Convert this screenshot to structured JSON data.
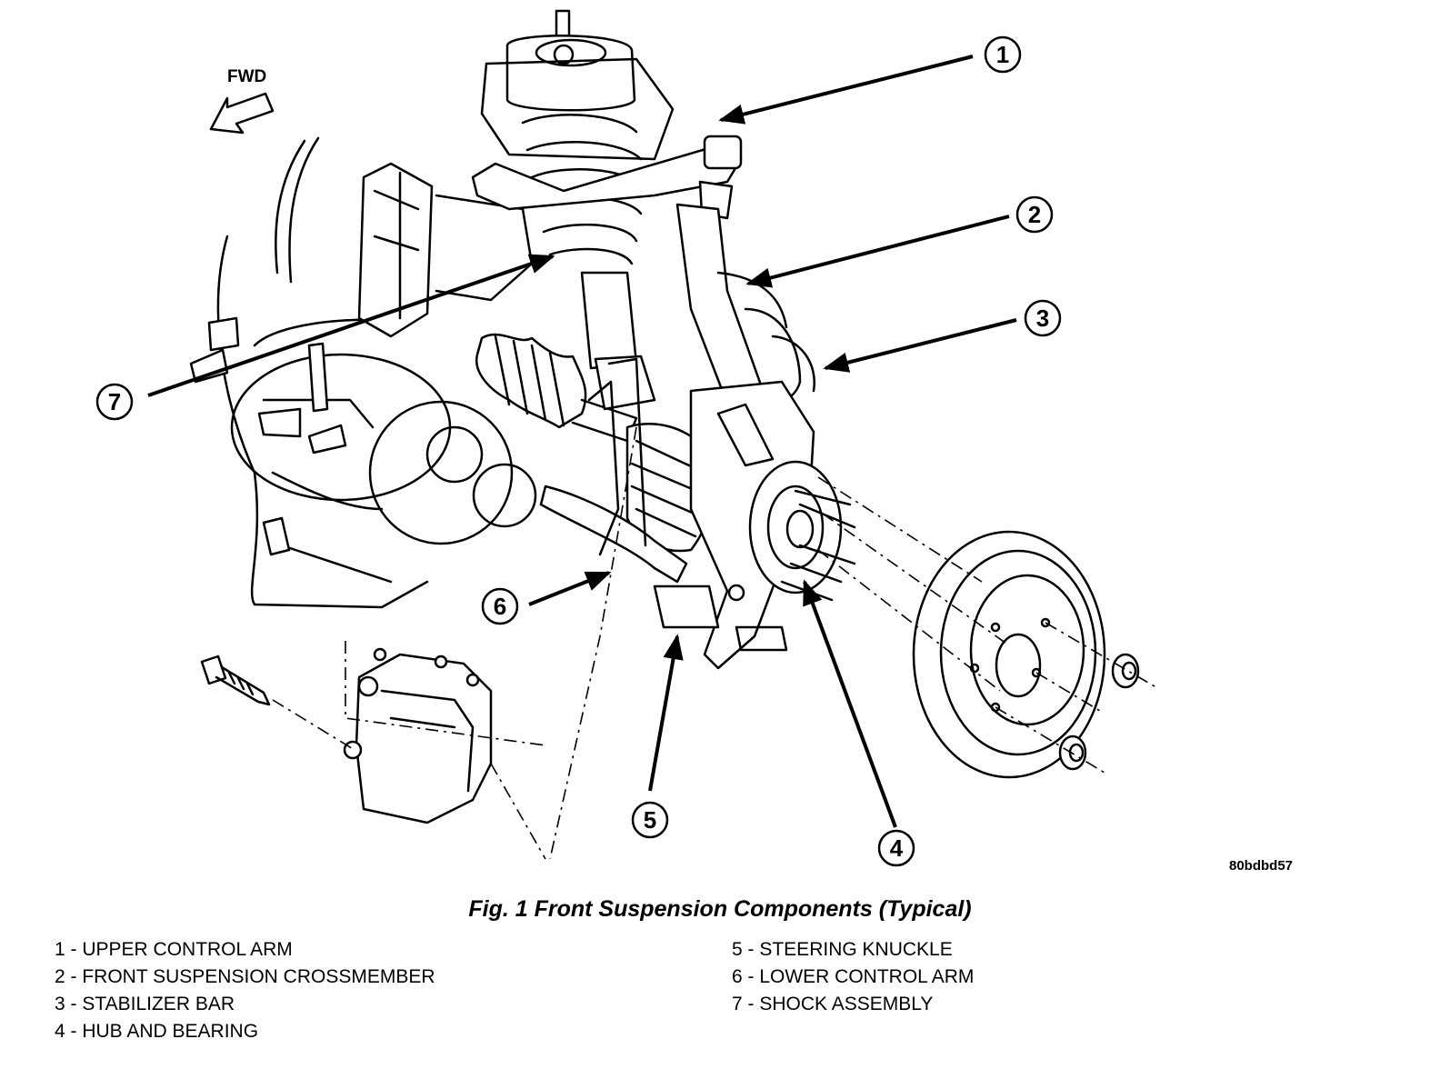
{
  "figure": {
    "direction_label": "FWD",
    "image_code": "80bdbd57",
    "caption": "Fig. 1 Front Suspension Components (Typical)"
  },
  "callouts": [
    "1",
    "2",
    "3",
    "4",
    "5",
    "6",
    "7"
  ],
  "legend": {
    "left": [
      "1 - UPPER CONTROL ARM",
      "2 - FRONT SUSPENSION CROSSMEMBER",
      "3 - STABILIZER BAR",
      "4 - HUB AND BEARING"
    ],
    "right": [
      "5 - STEERING KNUCKLE",
      "6 - LOWER CONTROL ARM",
      "7 - SHOCK ASSEMBLY"
    ]
  }
}
